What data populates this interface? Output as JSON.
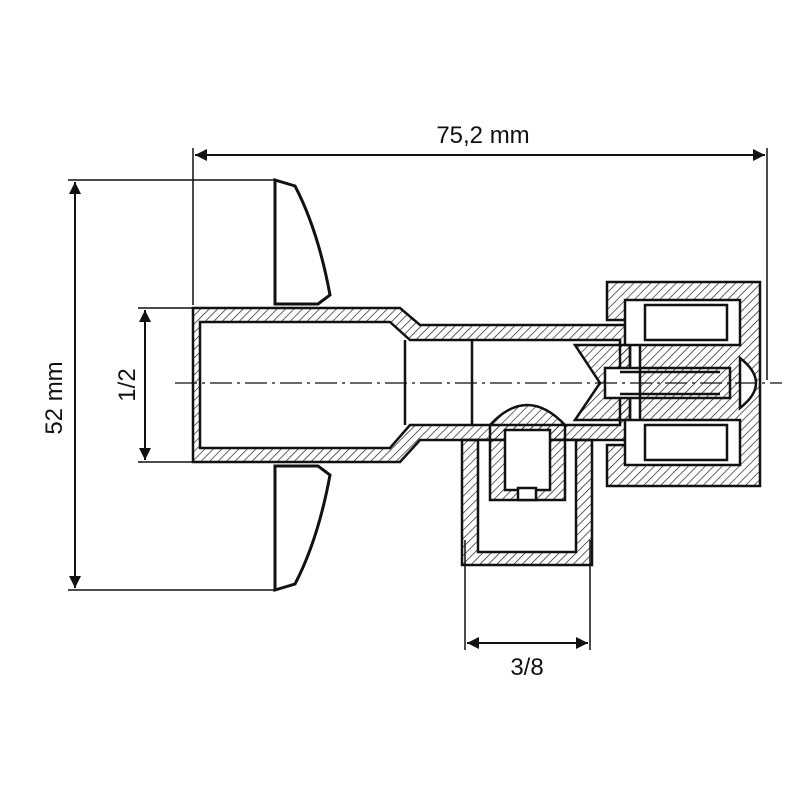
{
  "dimensions": {
    "overall_length": "75,2 mm",
    "overall_height": "52 mm",
    "inlet_thread": "1/2",
    "outlet_thread": "3/8"
  },
  "colors": {
    "line": "#111111",
    "background": "#ffffff"
  }
}
